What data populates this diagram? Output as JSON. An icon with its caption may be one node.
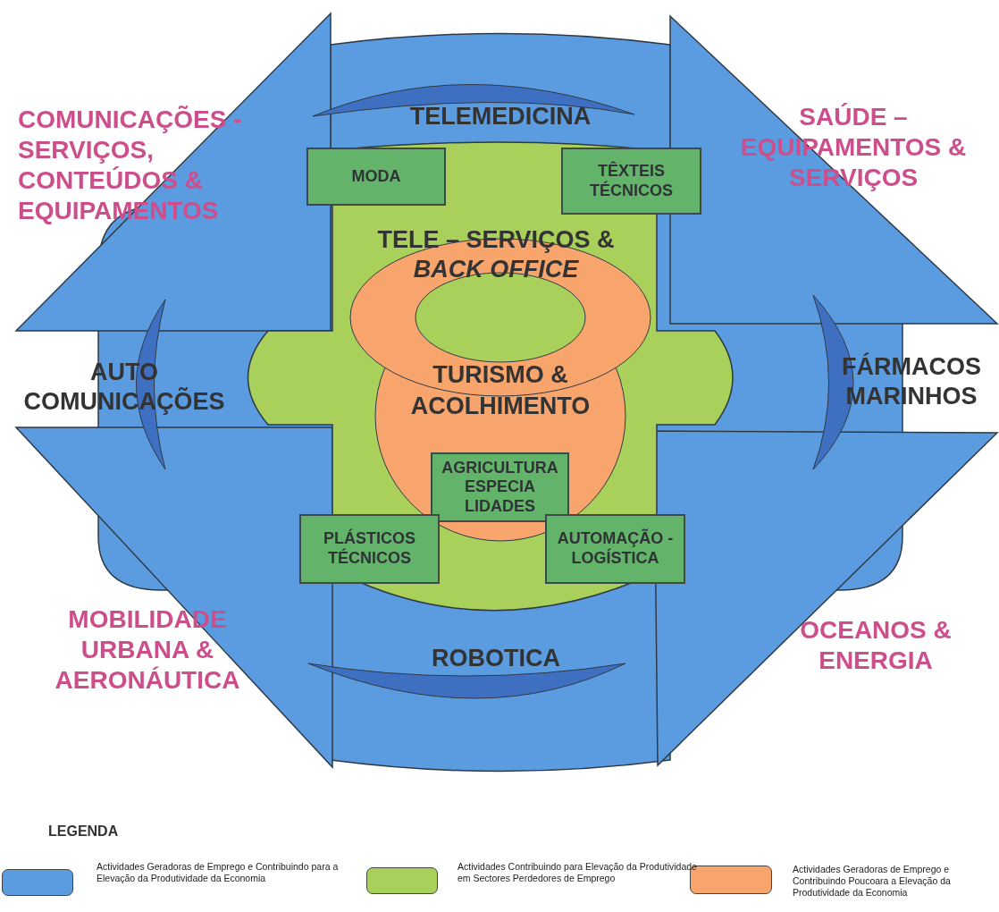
{
  "diagram": {
    "nodes": [
      {
        "text": [
          "MODA"
        ]
      },
      {
        "text": [
          "TÊXTEIS TÉCNICOS"
        ]
      },
      {
        "text": [
          "AGRICULTURA ESPECIA LIDADES"
        ]
      },
      {
        "text": [
          "PLÁSTICOS TÉCNICOS"
        ]
      },
      {
        "text": [
          "AUTOMAÇÃO - LOGÍSTICA"
        ]
      }
    ],
    "labels": [
      "COMUNICAÇÕES - SERVIÇOS, CONTEÚDOS & EQUIPAMENTOS",
      "TELEMEDICINA",
      "SAÚDE – EQUIPAMENTOS & SERVIÇOS",
      "TELE – SERVIÇOS & *BACK OFFICE*",
      "AUTO COMUNICAÇÕES",
      "TURISMO & ACOLHIMENTO",
      "FÁRMACOS MARINHOS",
      "MOBILIDADE URBANA & AERONÁUTICA",
      "ROBOTICA",
      "OCEANOS & ENERGIA",
      "LEGENDA"
    ],
    "legend": [
      {
        "text": "Actividades Geradoras de Emprego e Contribuindo para a Elevação da Produtividade da Economia",
        "color": "#5b9be0"
      },
      {
        "text": "Actividades Contribuindo para Elevação da Produtividade em Sectores Perdedores de Emprego",
        "color": "#a8d05a"
      },
      {
        "text": "Actividades Geradoras de Emprego e Contribuindo Poucoara a Elevação da Produtividade da Economia",
        "color": "#f7a56d"
      }
    ]
  }
}
